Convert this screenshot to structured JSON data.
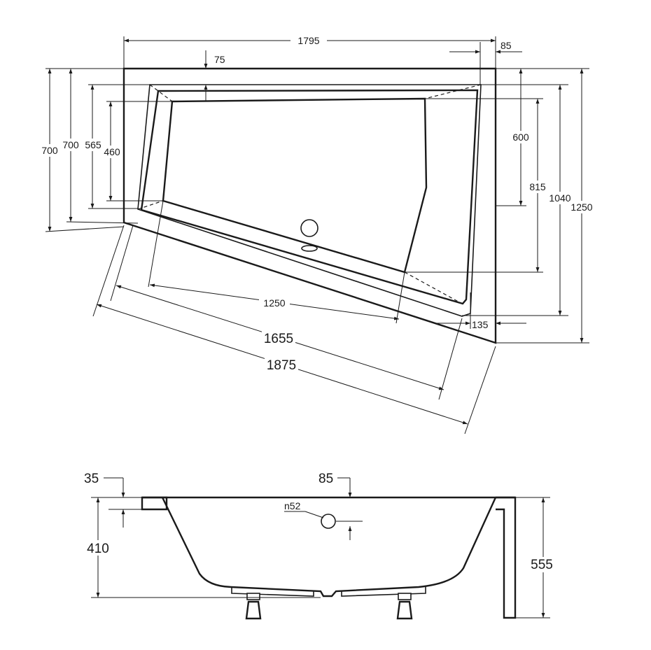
{
  "top_view": {
    "width_1795": "1795",
    "rim_85": "85",
    "rim_75": "75",
    "h_700_outer": "700",
    "h_700_inner": "700",
    "h_565": "565",
    "h_460": "460",
    "h_600": "600",
    "h_815": "815",
    "h_1040": "1040",
    "h_1250": "1250",
    "len_1250": "1250",
    "len_1655": "1655",
    "len_1875": "1875",
    "rim_135": "135"
  },
  "side_view": {
    "rim_35": "35",
    "rim_85": "85",
    "drain_n52": "n52",
    "depth_410": "410",
    "height_555": "555"
  }
}
